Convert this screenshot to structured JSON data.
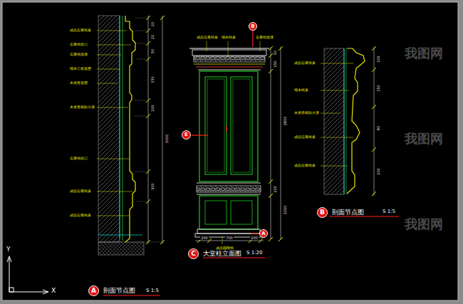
{
  "diagram": {
    "nodes": [
      {
        "text": [
          "A",
          "剖面节点图"
        ]
      },
      {
        "text": [
          "B",
          "剖面节点图"
        ]
      },
      {
        "text": [
          "C",
          "大堂柱立面图"
        ]
      },
      {
        "text": [
          "B"
        ]
      },
      {
        "text": [
          "E"
        ]
      },
      {
        "text": [
          "A"
        ]
      }
    ],
    "labels": [
      "成品石膏线条",
      "石膏线收口",
      "石膏线面漆",
      "细木工板基层",
      "木龙骨基层",
      "木龙骨刷防火漆",
      "石膏线收口",
      "成品石膏线条",
      "成品石膏线条",
      "20",
      "20",
      "50",
      "150",
      "100",
      "300",
      "1000",
      "成品石膏线条",
      "细木线条",
      "石膏线面漆",
      "50",
      "150",
      "100",
      "1000",
      "2800",
      "200",
      "700",
      "200",
      "成品踢脚线",
      "成品石膏线条",
      "细木线条",
      "木龙骨刷防火漆",
      "成品石膏线条",
      "成品石膏线条",
      "100",
      "150",
      "80",
      "100",
      "S 1:5",
      "S 1:5",
      "S 1:20",
      "Y",
      "X",
      "我图网",
      "我图网",
      "我图网"
    ]
  }
}
